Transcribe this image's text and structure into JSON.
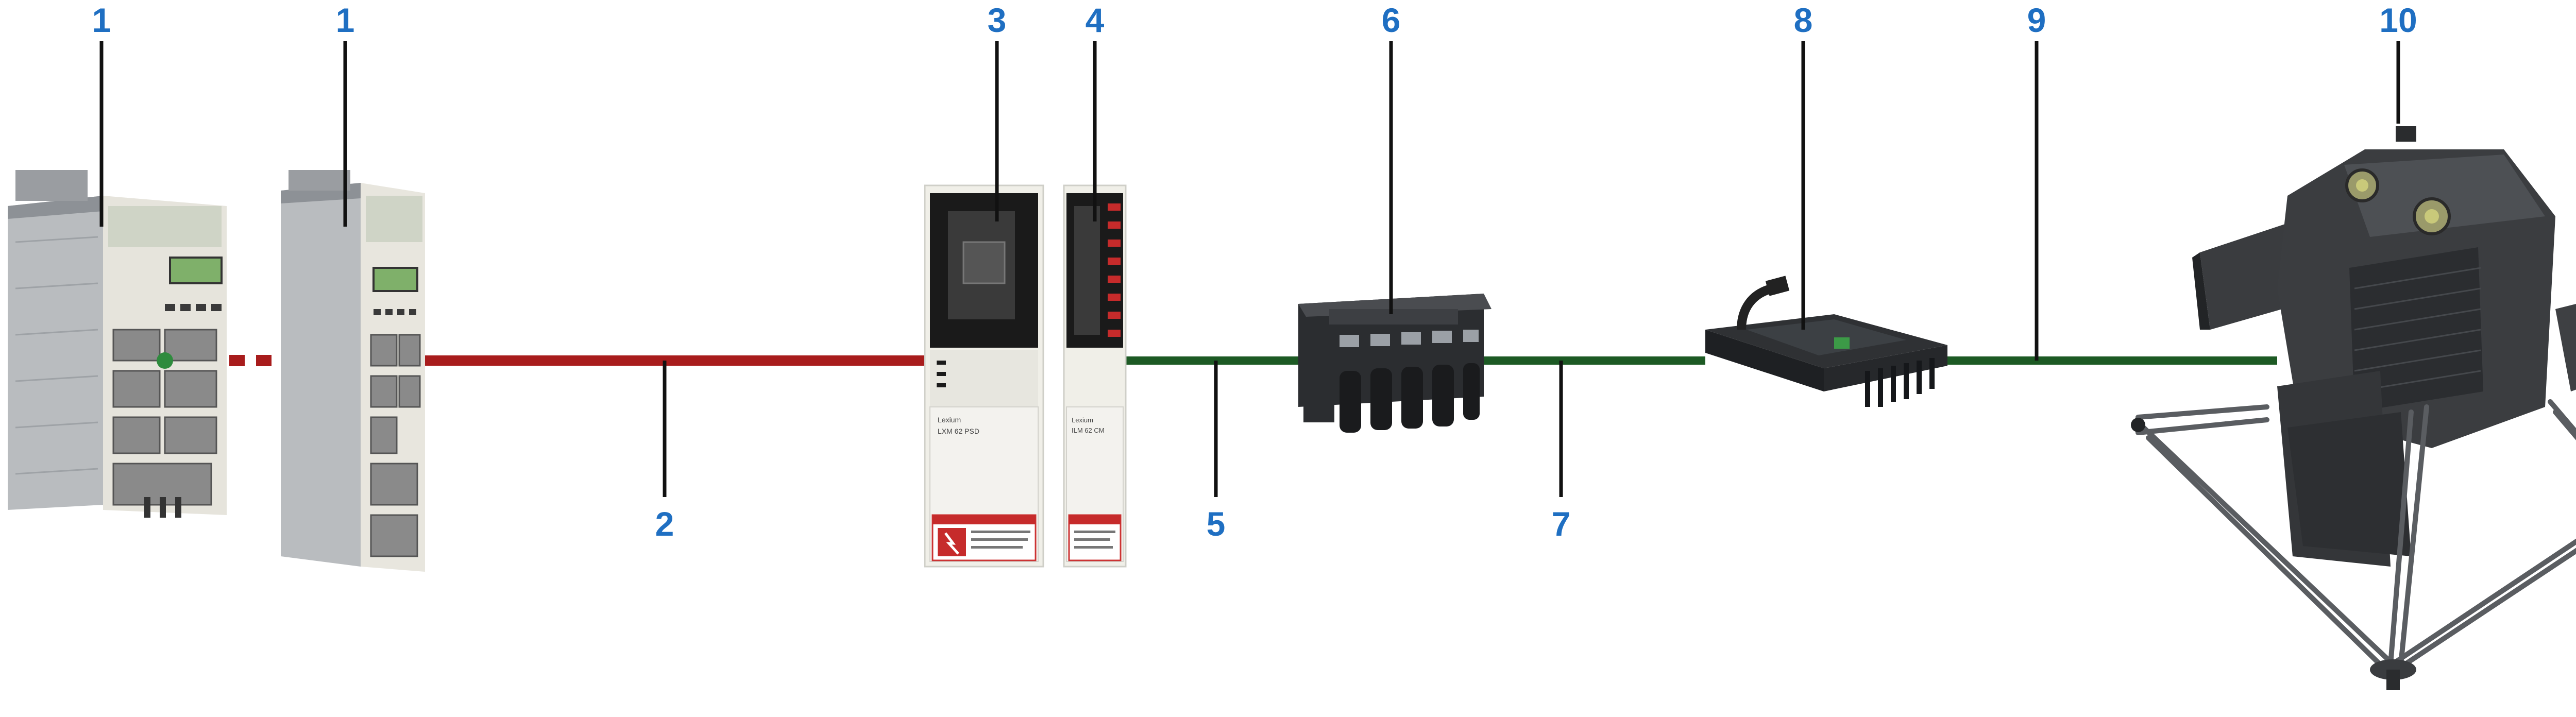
{
  "callouts": {
    "c1a": "1",
    "c1b": "1",
    "c2": "2",
    "c3": "3",
    "c4": "4",
    "c5": "5",
    "c6": "6",
    "c7": "7",
    "c8": "8",
    "c9": "9",
    "c10": "10"
  },
  "devices": {
    "power_supply_label_line1": "Lexium",
    "power_supply_label_line2": "LXM 62 PSD",
    "module_label_line1": "Lexium",
    "module_label_line2": "ILM 62 CM"
  },
  "colors": {
    "callout_text": "#1f6fc2",
    "red_cable": "#a81c1c",
    "green_cable": "#1d5a24",
    "leader_line": "#111111"
  },
  "icons": {
    "warning_label": "electric-shock-warning-icon"
  }
}
